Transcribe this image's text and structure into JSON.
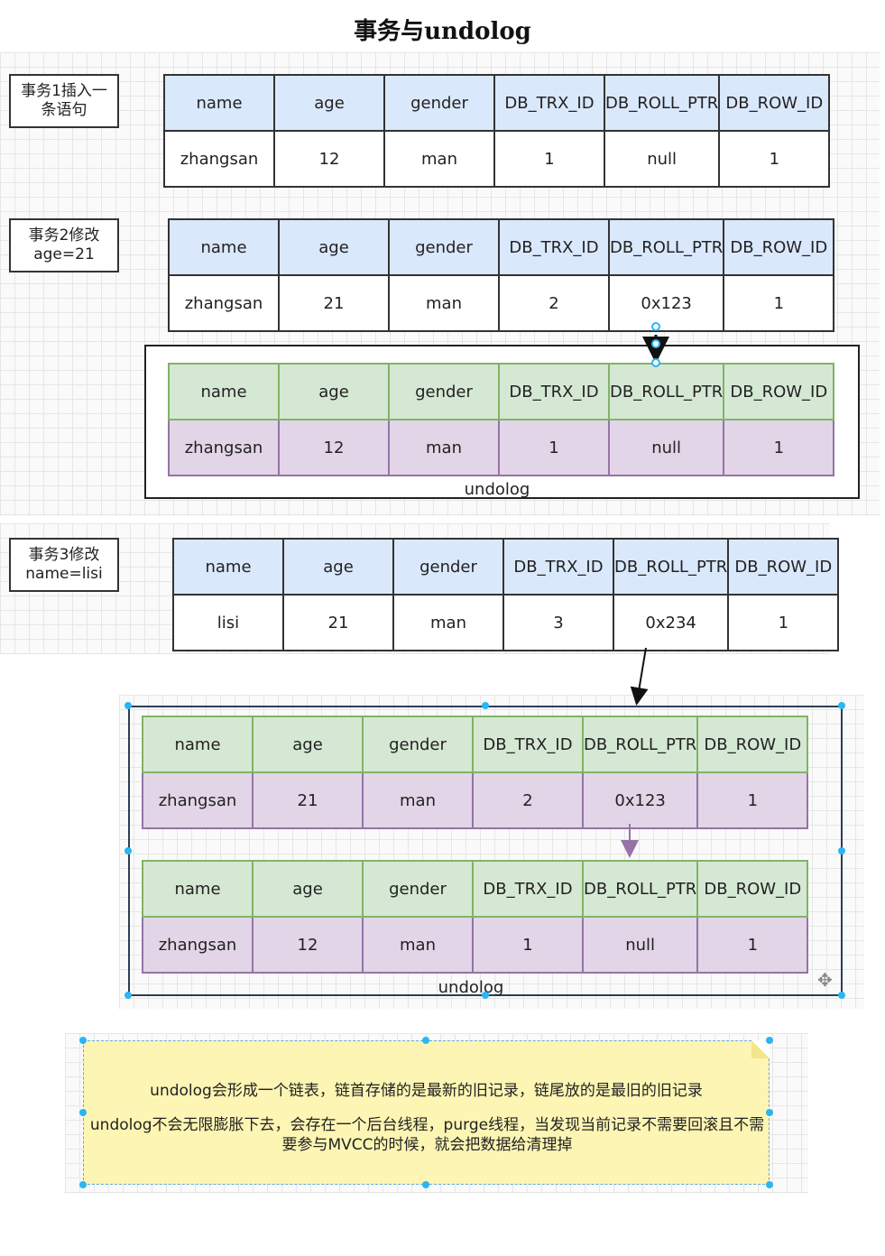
{
  "title": "事务与undolog",
  "columns": [
    "name",
    "age",
    "gender",
    "DB_TRX_ID",
    "DB_ROLL_PTR",
    "DB_ROW_ID"
  ],
  "steps": [
    {
      "label": "事务1插入一\n条语句",
      "row": [
        "zhangsan",
        "12",
        "man",
        "1",
        "null",
        "1"
      ]
    },
    {
      "label": "事务2修改\nage=21",
      "row": [
        "zhangsan",
        "21",
        "man",
        "2",
        "0x123",
        "1"
      ]
    },
    {
      "label": "事务3修改\nname=lisi",
      "row": [
        "lisi",
        "21",
        "man",
        "3",
        "0x234",
        "1"
      ]
    }
  ],
  "undolog_label": "undolog",
  "undolog1": {
    "row": [
      "zhangsan",
      "12",
      "man",
      "1",
      "null",
      "1"
    ]
  },
  "undolog2": {
    "rows": [
      [
        "zhangsan",
        "21",
        "man",
        "2",
        "0x123",
        "1"
      ],
      [
        "zhangsan",
        "12",
        "man",
        "1",
        "null",
        "1"
      ]
    ]
  },
  "note": {
    "line1": "undolog会形成一个链表，链首存储的是最新的旧记录，链尾放的是最旧的旧记录",
    "line2": "undolog不会无限膨胀下去，会存在一个后台线程，purge线程，当发现当前记录不需要回滚且不需要参与MVCC的时候，就会把数据给清理掉"
  },
  "colors": {
    "header_blue": "#dae8fc",
    "header_green": "#d5e8d4",
    "row_purple": "#e1d5e7",
    "note_yellow": "#fdf5b3"
  }
}
